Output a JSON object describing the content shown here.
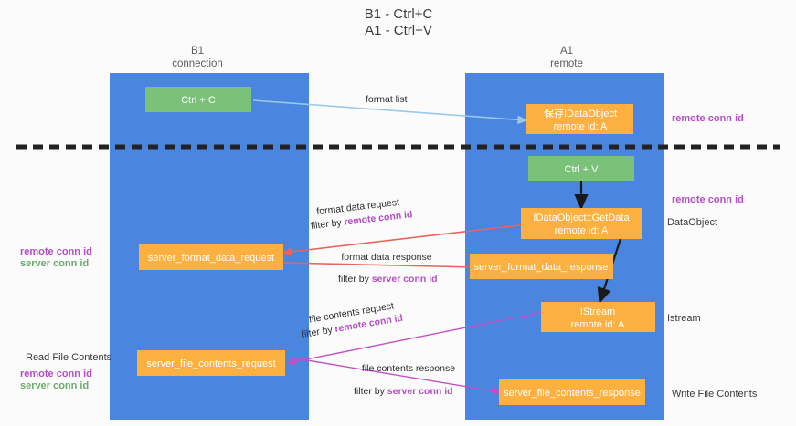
{
  "title": {
    "line1": "B1 - Ctrl+C",
    "line2": "A1 - Ctrl+V"
  },
  "colors": {
    "background": "#fbfbfb",
    "column": "#4a86e0",
    "orange_box": "#f9b košt",
    "orange": "#fbb040",
    "green": "#7ac27a",
    "purple": "#b44ec4",
    "green_text": "#6aab6a",
    "red_arrow": "#e8645a",
    "blue_arrow": "#9cc8ea",
    "magenta_arrow": "#c44ec4",
    "black_arrow": "#1a1a1a",
    "divider": "#222222"
  },
  "columns": [
    {
      "id": "left",
      "title": "B1",
      "subtitle": "connection"
    },
    {
      "id": "right",
      "title": "A1",
      "subtitle": "remote"
    }
  ],
  "nodes": {
    "ctrl_c": {
      "label": "Ctrl + C",
      "type": "green"
    },
    "ctrl_v": {
      "label": "Ctrl + V",
      "type": "green"
    },
    "save_idataobject": {
      "line1": "保存IDataObject",
      "line2": "remote id: A",
      "type": "orange"
    },
    "getdata": {
      "line1": "IDataObject::GetData",
      "line2": "remote id: A",
      "type": "orange"
    },
    "istream": {
      "line1": "IStream",
      "line2": "remote id: A",
      "type": "orange"
    },
    "server_format_data_request": {
      "label": "server_format_data_request",
      "type": "orange"
    },
    "server_format_data_response": {
      "label": "server_format_data_response",
      "type": "orange"
    },
    "server_file_contents_request": {
      "label": "server_file_contents_request",
      "type": "orange"
    },
    "server_file_contents_response": {
      "label": "server_file_contents_response",
      "type": "orange"
    }
  },
  "edges": [
    {
      "id": "format-list",
      "label": "format list",
      "accent": "",
      "color": "blue"
    },
    {
      "id": "format-data-request",
      "label": "format data request",
      "filter_prefix": "filter by ",
      "filter_accent": "remote conn id",
      "color": "red"
    },
    {
      "id": "format-data-response",
      "label": "format data response",
      "filter_prefix": "filter by ",
      "filter_accent": "server conn id",
      "color": "red"
    },
    {
      "id": "file-contents-request",
      "label": "file contents request",
      "filter_prefix": "filter by ",
      "filter_accent": "remote conn id",
      "color": "magenta"
    },
    {
      "id": "file-contents-response",
      "label": "file contents response",
      "filter_prefix": "filter by ",
      "filter_accent": "server conn id",
      "color": "magenta"
    }
  ],
  "annotations": {
    "right": [
      {
        "id": "remote-conn-id-top",
        "text": "remote conn id",
        "style": "purple"
      },
      {
        "id": "remote-conn-id-middle",
        "text": "remote conn id",
        "style": "purple"
      },
      {
        "id": "dataobject",
        "text": "DataObject",
        "style": "plain"
      },
      {
        "id": "istream",
        "text": "Istream",
        "style": "plain"
      },
      {
        "id": "write-file-contents",
        "text": "Write File Contents",
        "style": "plain"
      }
    ],
    "left": [
      {
        "id": "remote-conn-id-left",
        "text": "remote conn id",
        "style": "purple"
      },
      {
        "id": "server-conn-id-left",
        "text": "server conn id",
        "style": "green"
      },
      {
        "id": "read-file-contents",
        "text": "Read File Contents",
        "style": "plain"
      },
      {
        "id": "remote-conn-id-left2",
        "text": "remote conn id",
        "style": "purple"
      },
      {
        "id": "server-conn-id-left2",
        "text": "server conn id",
        "style": "green"
      }
    ]
  }
}
